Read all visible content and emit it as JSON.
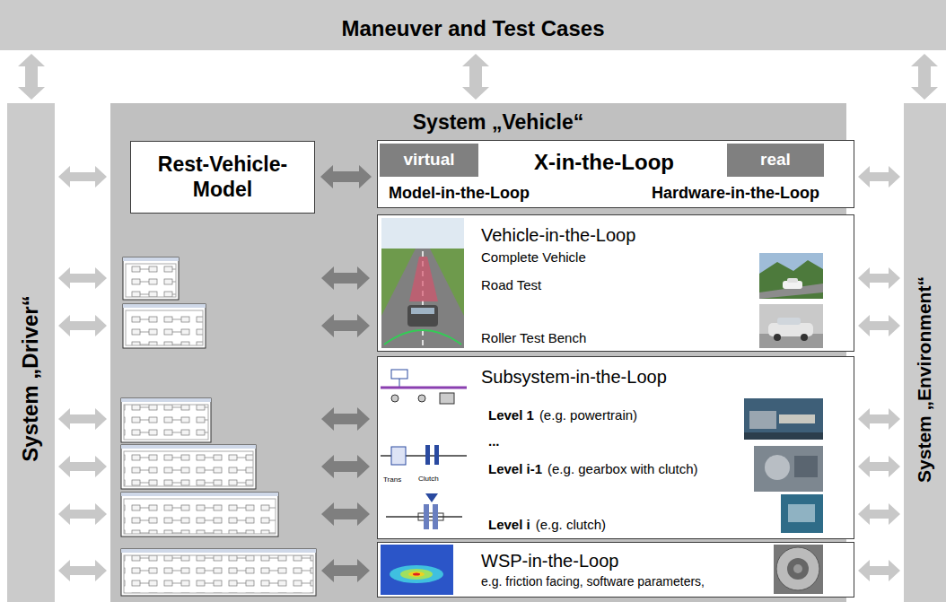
{
  "diagram": {
    "nodes": [
      {
        "text": [
          "Maneuver and Test Cases"
        ]
      },
      {
        "text": [
          "System „Driver“"
        ]
      },
      {
        "text": [
          "System „Vehicle“"
        ]
      },
      {
        "text": [
          "Rest-Vehicle-Model"
        ],
        "in": 2
      },
      {
        "text": [
          "X-in-the-Loop",
          "Model-in-the-Loop",
          "Hardware-in-the-Loop"
        ],
        "in": 2
      },
      {
        "text": [
          "virtual"
        ],
        "in": 4
      },
      {
        "text": [
          "real"
        ],
        "in": 4
      },
      {
        "text": [
          "Vehicle-in-the-Loop",
          "Complete Vehicle",
          "Road Test",
          "Roller Test Bench"
        ],
        "in": 2
      },
      {
        "text": [
          "Subsystem-in-the-Loop",
          "Level 1",
          "(e.g. powertrain)",
          "...",
          "Level i-1",
          "(e.g. gearbox with clutch)",
          "Level i",
          "(e.g. clutch)"
        ],
        "in": 2
      },
      {
        "text": [
          "WSP-in-the-Loop",
          "e.g. friction facing, software parameters,"
        ],
        "in": 2
      },
      {
        "text": [
          "System „Environment“"
        ]
      }
    ],
    "edges": [
      {
        "from": 0,
        "to": 1,
        "arrow": "both"
      },
      {
        "from": 0,
        "to": 2,
        "arrow": "both"
      },
      {
        "from": 0,
        "to": 10,
        "arrow": "both"
      },
      {
        "from": 1,
        "to": 2,
        "arrow": "both"
      },
      {
        "from": 1,
        "to": 2,
        "arrow": "both"
      },
      {
        "from": 1,
        "to": 2,
        "arrow": "both"
      },
      {
        "from": 1,
        "to": 2,
        "arrow": "both"
      },
      {
        "from": 1,
        "to": 2,
        "arrow": "both"
      },
      {
        "from": 1,
        "to": 2,
        "arrow": "both"
      },
      {
        "from": 1,
        "to": 2,
        "arrow": "both"
      },
      {
        "from": 3,
        "to": 4,
        "arrow": "both"
      },
      {
        "from": 4,
        "to": 10,
        "arrow": "both"
      },
      {
        "from": 7,
        "to": 10,
        "arrow": "both"
      },
      {
        "from": 7,
        "to": 10,
        "arrow": "both"
      },
      {
        "from": 8,
        "to": 10,
        "arrow": "both"
      },
      {
        "from": 8,
        "to": 10,
        "arrow": "both"
      },
      {
        "from": 8,
        "to": 10,
        "arrow": "both"
      },
      {
        "from": 9,
        "to": 10,
        "arrow": "both"
      }
    ],
    "labels": [
      "Trans",
      "Clutch"
    ]
  }
}
